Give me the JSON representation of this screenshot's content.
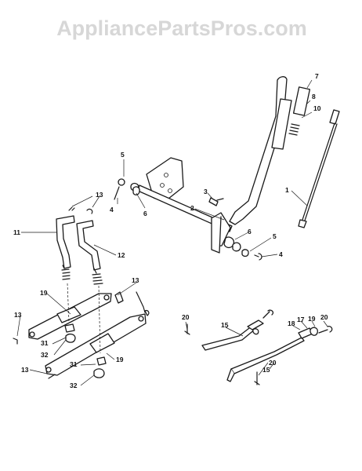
{
  "watermark": "AppliancePartsPros.com",
  "callouts": {
    "c1": "1",
    "c2": "2",
    "c3": "3",
    "c4a": "4",
    "c4b": "4",
    "c5a": "5",
    "c5b": "5",
    "c6a": "6",
    "c6b": "6",
    "c7": "7",
    "c8": "8",
    "c10": "10",
    "c11": "11",
    "c12": "12",
    "c13a": "13",
    "c13b": "13",
    "c13c": "13",
    "c13d": "13",
    "c15a": "15",
    "c15b": "15",
    "c17": "17",
    "c18": "18",
    "c19a": "19",
    "c19b": "19",
    "c19c": "19",
    "c20a": "20",
    "c20b": "20",
    "c20c": "20",
    "c31a": "31",
    "c31b": "31",
    "c32a": "32",
    "c32b": "32"
  }
}
